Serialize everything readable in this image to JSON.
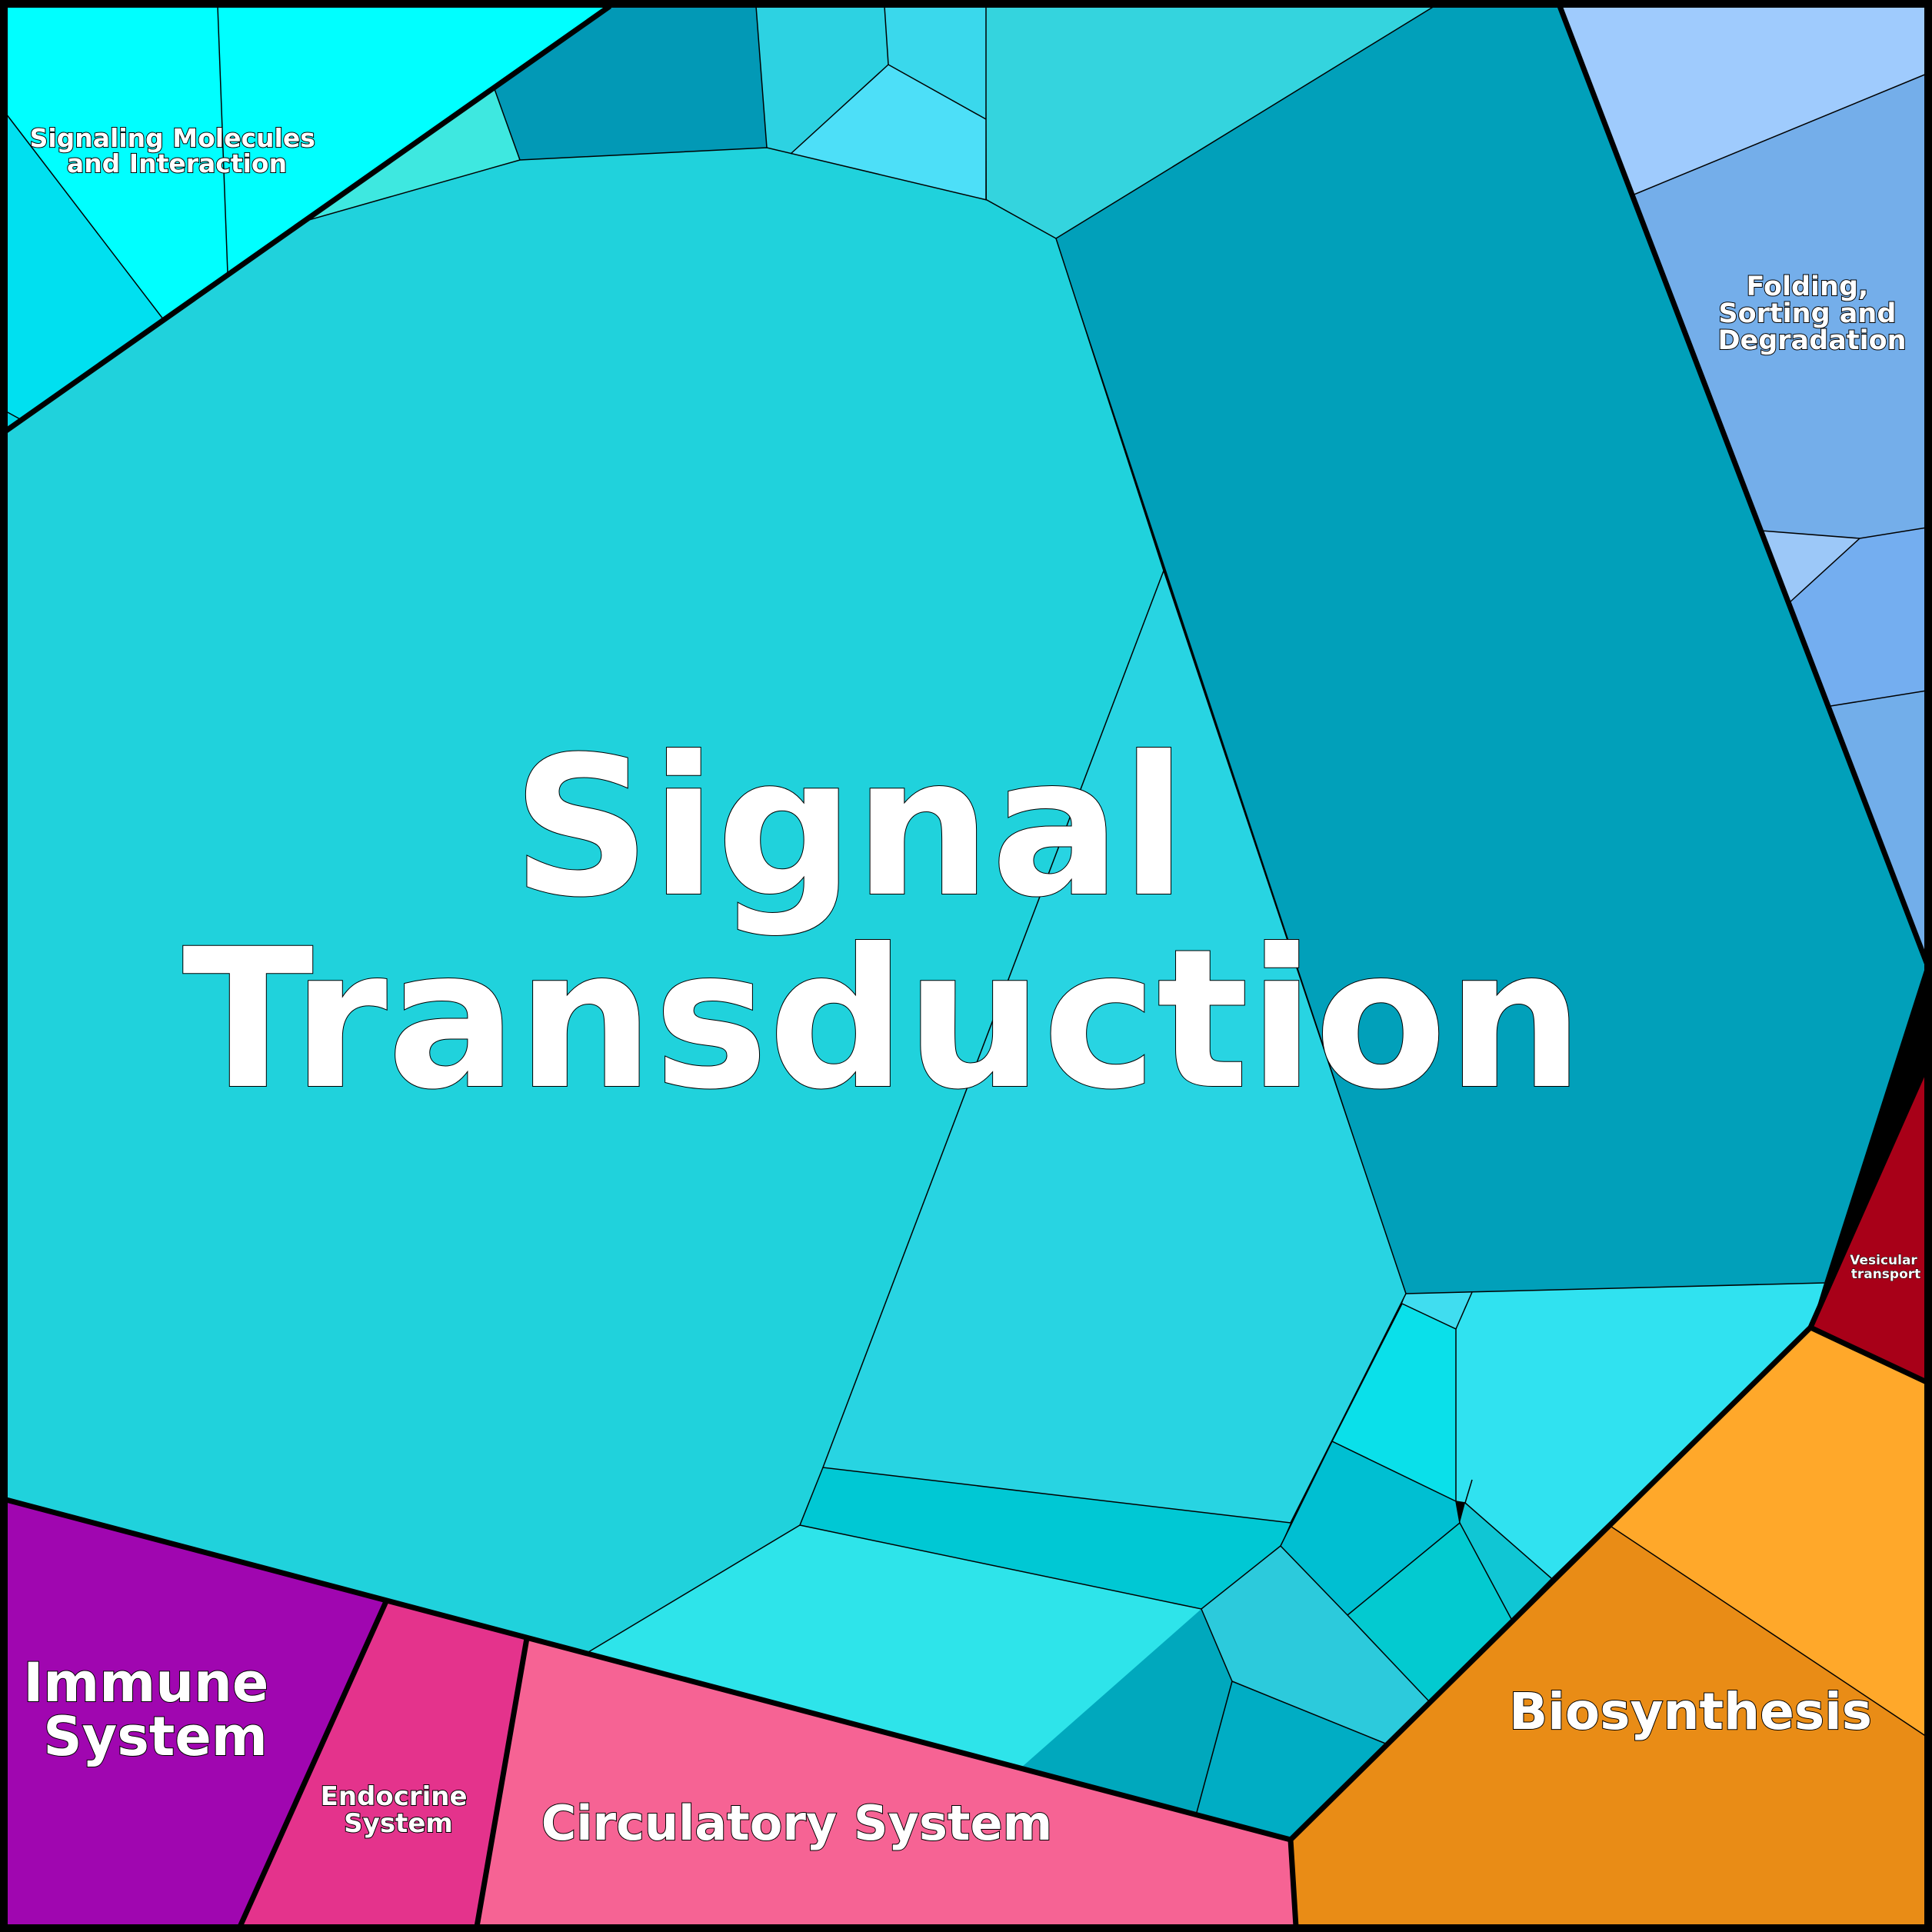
{
  "diagram": {
    "type": "voronoi-treemap",
    "colors": {
      "signal_transduction": "#20d2dc",
      "signaling_molecules": "#00ffff",
      "folding_sorting": "#74aeea",
      "vesicular_transport": "#a80018",
      "biosynthesis": "#e98c16",
      "immune_system": "#a006b0",
      "endocrine_system": "#e4338c",
      "circulatory_system": "#f66394",
      "border": "#000000"
    },
    "labels": {
      "signal_transduction": [
        "Signal",
        "Transduction"
      ],
      "signaling_molecules": [
        "Signaling Molecules",
        "and Interaction"
      ],
      "folding_sorting": [
        "Folding,",
        "Sorting and",
        "Degradation"
      ],
      "vesicular_transport": [
        "Vesicular",
        "transport"
      ],
      "biosynthesis": [
        "Biosynthesis"
      ],
      "immune_system": [
        "Immune",
        "System"
      ],
      "endocrine_system": [
        "Endocrine",
        "System"
      ],
      "circulatory_system": [
        "Circulatory System"
      ]
    }
  }
}
